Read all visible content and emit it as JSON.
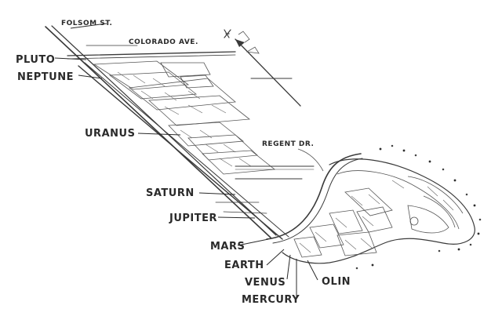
{
  "streets": {
    "folsom": "FOLSOM ST.",
    "colorado": "COLORADO AVE.",
    "regent": "REGENT DR."
  },
  "planets": {
    "pluto": "PLUTO",
    "neptune": "NEPTUNE",
    "uranus": "URANUS",
    "saturn": "SATURN",
    "jupiter": "JUPITER",
    "mars": "MARS",
    "earth": "EARTH",
    "venus": "VENUS",
    "mercury": "MERCURY"
  },
  "landmarks": {
    "olin": "OLIN"
  },
  "north_arrow": {
    "icon": "north-arrow-icon",
    "label": "N"
  }
}
